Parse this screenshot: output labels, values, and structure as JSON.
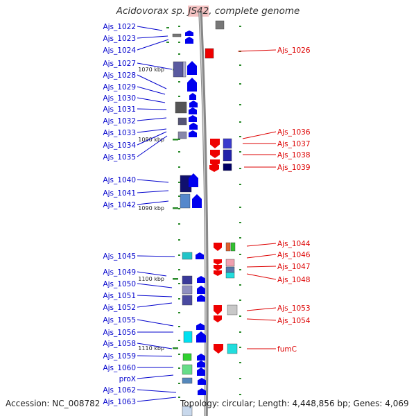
{
  "title_main": "Acidovorax sp. ",
  "title_hl": "JS42",
  "title_rest": ", complete genome",
  "accession": "Accession: NC_008782",
  "topology": "Topology: circular; Length: 4,448,856 bp; Genes: 4,069",
  "colors": {
    "left_label": "#0000cc",
    "right_label": "#dd0000",
    "backbone": "#a0a0a0",
    "tick": "#2a8a2a"
  },
  "kbp_marks": [
    "1070 kbp",
    "1080 kbp",
    "1090 kbp",
    "1100 kbp",
    "1110 kbp"
  ],
  "left_genes": [
    "Ajs_1022",
    "Ajs_1023",
    "Ajs_1024",
    "Ajs_1027",
    "Ajs_1028",
    "Ajs_1029",
    "Ajs_1030",
    "Ajs_1031",
    "Ajs_1032",
    "Ajs_1033",
    "Ajs_1034",
    "Ajs_1035",
    "Ajs_1040",
    "Ajs_1041",
    "Ajs_1042",
    "Ajs_1045",
    "Ajs_1049",
    "Ajs_1050",
    "Ajs_1051",
    "Ajs_1052",
    "Ajs_1055",
    "Ajs_1056",
    "Ajs_1058",
    "Ajs_1059",
    "Ajs_1060",
    "proX",
    "Ajs_1062",
    "Ajs_1063"
  ],
  "right_genes": [
    "Ajs_1026",
    "Ajs_1036",
    "Ajs_1037",
    "Ajs_1038",
    "Ajs_1039",
    "Ajs_1044",
    "Ajs_1046",
    "Ajs_1047",
    "Ajs_1048",
    "Ajs_1053",
    "Ajs_1054",
    "fumC"
  ]
}
